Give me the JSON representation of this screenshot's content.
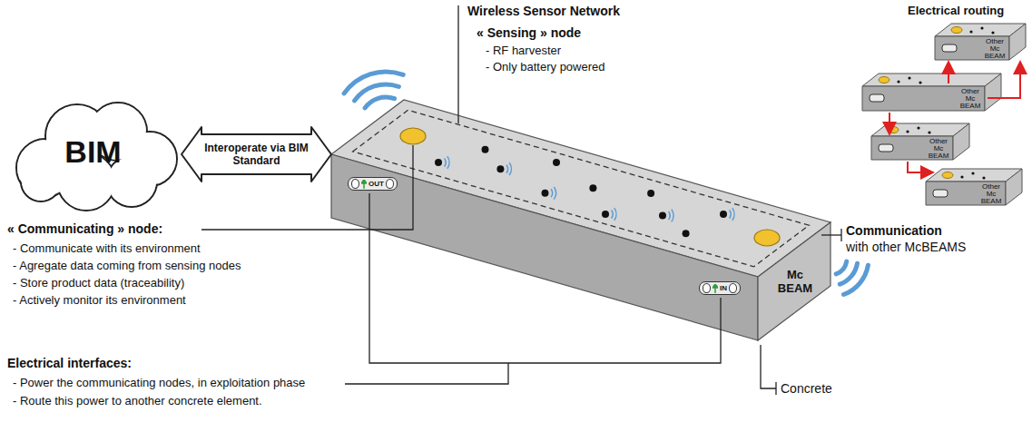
{
  "diagram": {
    "nodes": [
      {
        "text": [
          "BIM"
        ]
      },
      {
        "text": [
          "Mc BEAM"
        ]
      },
      {
        "text": [
          "OUT"
        ],
        "in": 1
      },
      {
        "text": [
          "IN"
        ],
        "in": 1
      }
    ],
    "edges": [
      {
        "from": 0,
        "to": 1,
        "arrow": "both",
        "label": "Interoperate via BIM Standard"
      }
    ],
    "labels": [
      "Wireless Sensor Network",
      "« Sensing » node",
      "- RF harvester",
      "- Only battery powered",
      "« Communicating » node:",
      "- Communicate with its environment",
      "- Agregate data coming from sensing nodes",
      "- Store product data (traceability)",
      "- Actively monitor its environment",
      "Electrical interfaces:",
      "- Power the communicating nodes, in exploitation phase",
      "- Route this power to another concrete element.",
      "Communication",
      "with other McBEAMS",
      "Concrete",
      "Electrical routing",
      "Other Mc BEAM",
      "Other Mc BEAM",
      "Other Mc BEAM",
      "Other Mc BEAM"
    ]
  }
}
